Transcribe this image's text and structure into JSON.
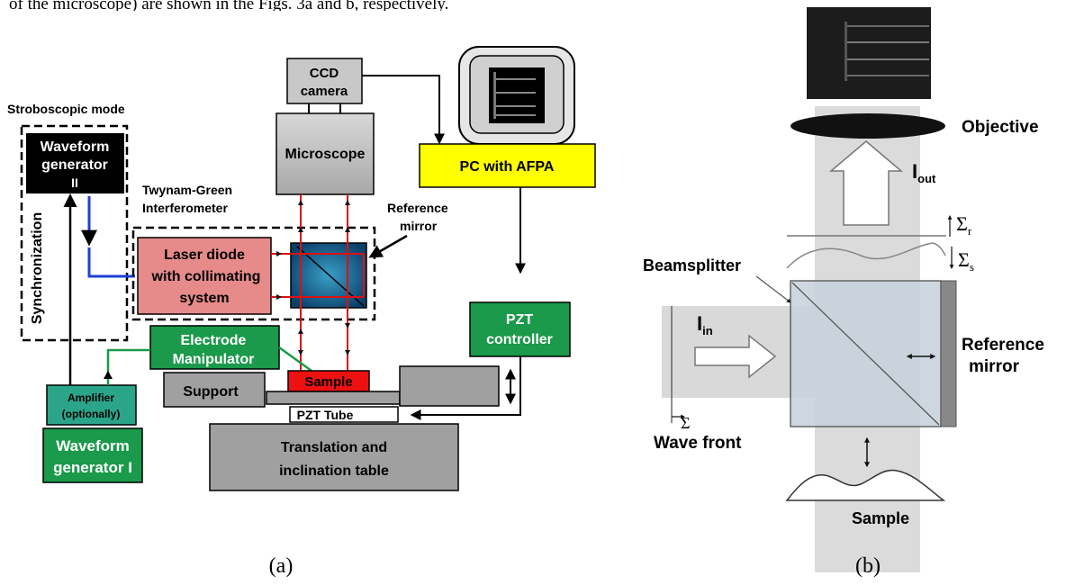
{
  "caption_top": "of the microscope) are shown in the Figs. 3a and b, respectively.",
  "panel_a": {
    "stroboscopic_mode": "Stroboscopic mode",
    "waveform_gen_2": [
      "Waveform",
      "generator",
      "II"
    ],
    "synchronization": "Synchronization",
    "ccd_camera": [
      "CCD",
      "camera"
    ],
    "microscope": "Microscope",
    "pc_with_afpa": "PC with AFPA",
    "twynam_green": [
      "Twynam-Green",
      "Interferometer"
    ],
    "reference_mirror": [
      "Reference",
      "mirror"
    ],
    "laser_diode": [
      "Laser diode",
      "with collimating",
      "system"
    ],
    "pzt_controller": [
      "PZT",
      "controller"
    ],
    "electrode_manipulator": [
      "Electrode",
      "Manipulator"
    ],
    "sample": "Sample",
    "support": "Support",
    "amplifier": [
      "Amplifier",
      "(optionally)"
    ],
    "pzt_tube": "PZT Tube",
    "waveform_gen_1": [
      "Waveform",
      "generator I"
    ],
    "translation_table": [
      "Translation and",
      "inclination table"
    ],
    "label": "(a)"
  },
  "panel_b": {
    "objective": "Objective",
    "i_out": "I",
    "i_out_sub": "out",
    "sigma": "Σ",
    "sigma_r_sub": "r",
    "sigma_s_sub": "s",
    "beamsplitter": "Beamsplitter",
    "i_in": "I",
    "i_in_sub": "in",
    "reference_mirror": [
      "Reference",
      "mirror"
    ],
    "wave_front": "Wave front",
    "sample": "Sample",
    "label": "(b)"
  },
  "colors": {
    "green": "#1a9a4a",
    "laser_pink": "#e68a8a",
    "yellow": "#ffff00",
    "sample_red": "#ee1111",
    "gray_box": "#a0a0a0",
    "blue_wire": "#1f3fd8",
    "beam_red": "#dd1111",
    "teal_amp": "#2aa58a"
  }
}
